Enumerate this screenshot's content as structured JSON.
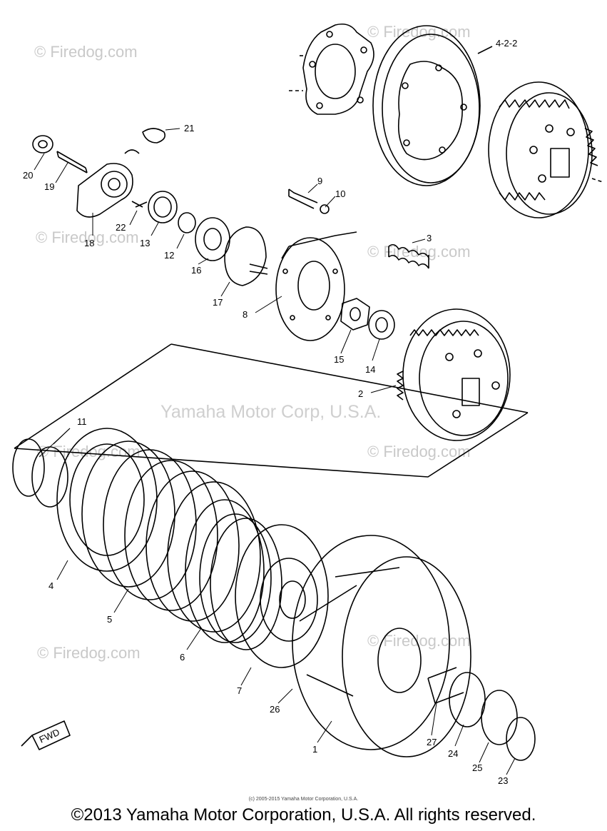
{
  "watermarks": {
    "site": "© Firedog.com",
    "center": "Yamaha Motor Corp, U.S.A."
  },
  "labels": {
    "p1": "1",
    "p2": "2",
    "p3": "3",
    "p4": "4",
    "p5": "5",
    "p6": "6",
    "p7": "7",
    "p8": "8",
    "p9": "9",
    "p10": "10",
    "p11": "11",
    "p12": "12",
    "p13": "13",
    "p14": "14",
    "p15": "15",
    "p16": "16",
    "p17": "17",
    "p18": "18",
    "p19": "19",
    "p20": "20",
    "p21": "21",
    "p22": "22",
    "p23": "23",
    "p24": "24",
    "p25": "25",
    "p26": "26",
    "p27": "27",
    "p422": "4-2-2"
  },
  "fwd_label": "FWD",
  "footer": {
    "fine_print": "(c) 2005-2015 Yamaha Motor Corporation, U.S.A.",
    "copyright": "©2013 Yamaha Motor Corporation, U.S.A. All rights reserved."
  }
}
